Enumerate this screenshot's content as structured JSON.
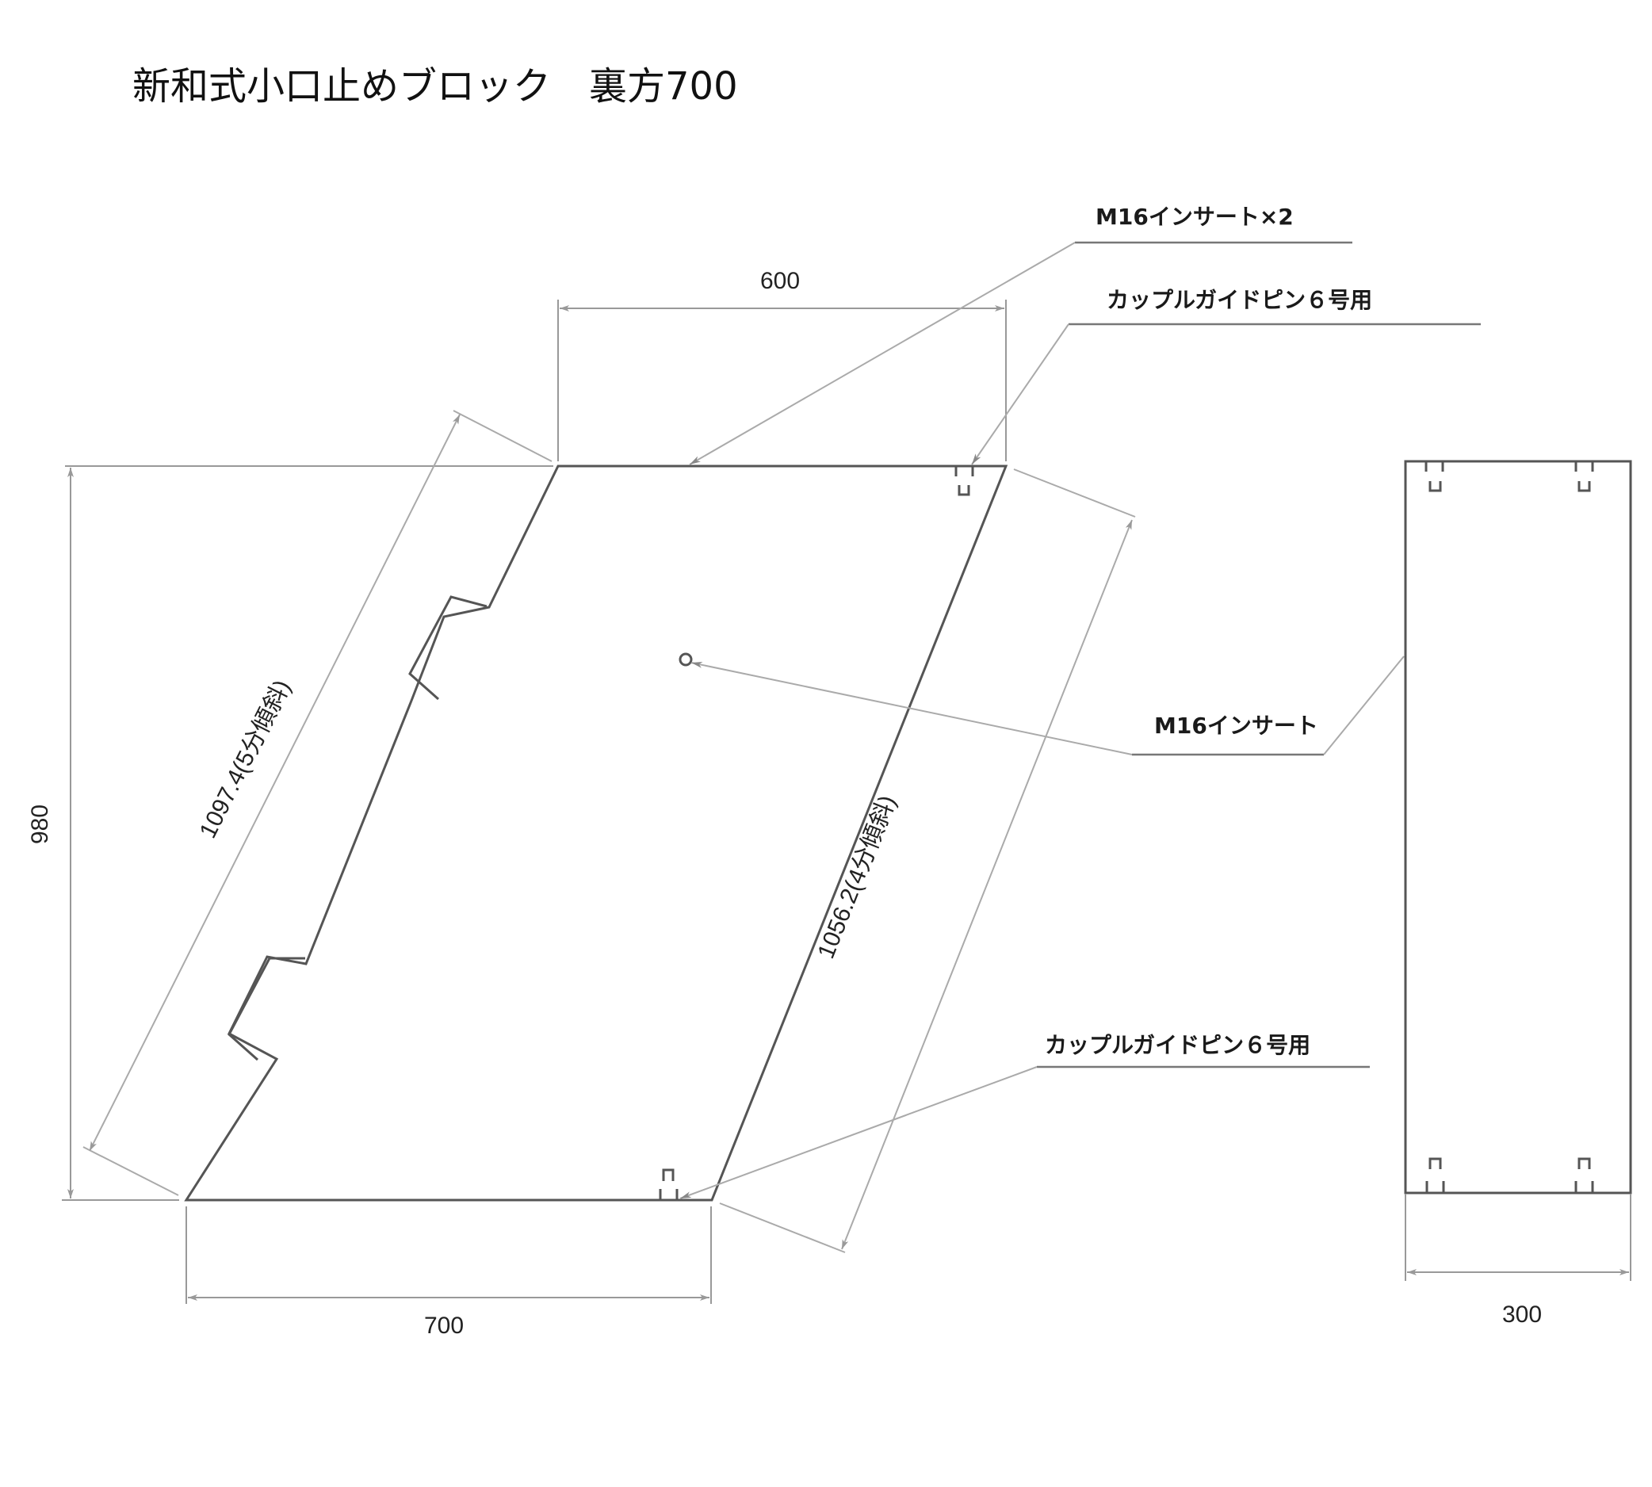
{
  "title": "新和式小口止めブロック　裏方700",
  "dimensions": {
    "top_width": "600",
    "bottom_width": "700",
    "height": "980",
    "left_slope": "1097.4(5分傾斜)",
    "right_slope": "1056.2(4分傾斜)",
    "side_width": "300"
  },
  "callouts": {
    "insert_x2": "M16インサート×2",
    "guide_pin_top": "カップルガイドピン６号用",
    "insert_center": "M16インサート",
    "guide_pin_bottom": "カップルガイドピン６号用"
  },
  "colors": {
    "outline": "#555555",
    "dimension_line": "#999999",
    "leader_line": "#aaaaaa",
    "text": "#1a1a1a"
  }
}
